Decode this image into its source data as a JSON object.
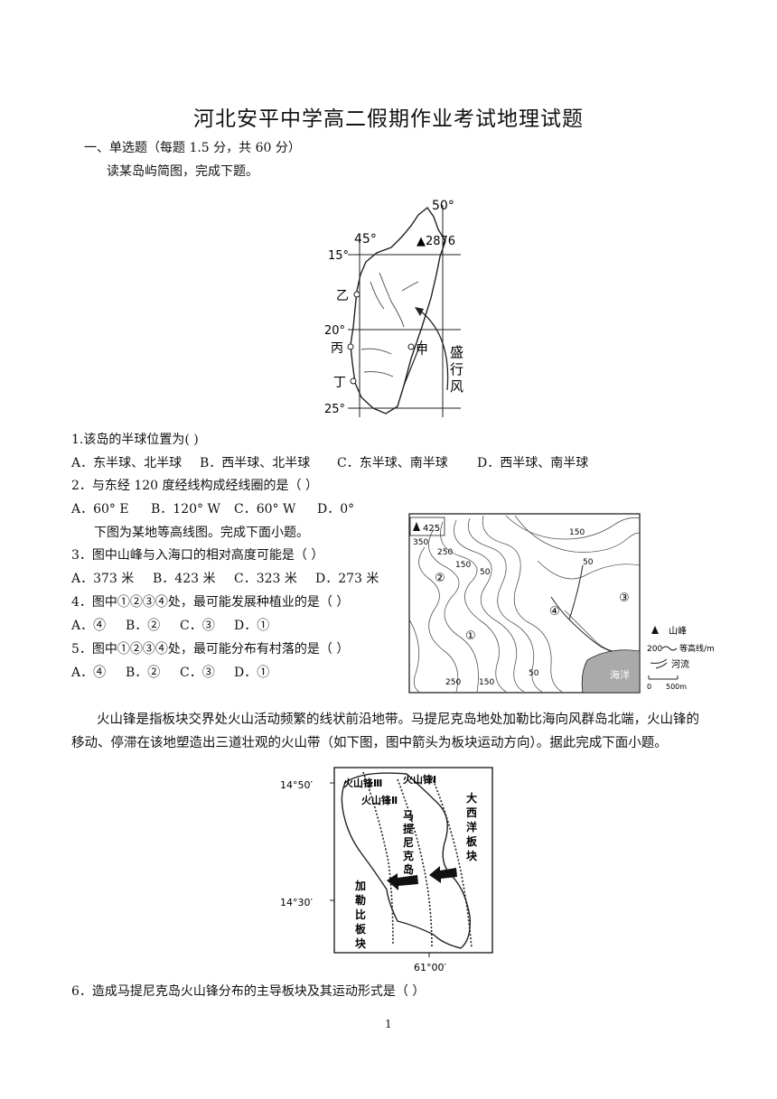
{
  "title": "河北安平中学高二假期作业考试地理试题",
  "section1": "一、单选题（每题 1.5 分，共 60 分）",
  "intro1": "读某岛屿简图，完成下题。",
  "map1": {
    "lon_w": "45°",
    "lon_e": "50°",
    "lat_15": "15°",
    "lat_20": "20°",
    "lat_25": "25°",
    "peak": "▲2876",
    "yi": "乙",
    "bing": "丙",
    "ding": "丁",
    "jia": "甲",
    "wind1": "盛",
    "wind2": "行",
    "wind3": "风"
  },
  "q1": "1.该岛的半球位置为(     )",
  "q1_opts": [
    "A．东半球、北半球",
    "B．西半球、北半球",
    "C．东半球、南半球",
    "D．西半球、南半球"
  ],
  "q2": "2．与东经 120 度经线构成经线圈的是（  ）",
  "q2_opts": [
    "A．60° E",
    "B．120° W",
    "C．60° W",
    "D．0°"
  ],
  "intro2": "下图为某地等高线图。完成下面小题。",
  "q3": "3．图中山峰与入海口的相对高度可能是（  ）",
  "q3_opts": [
    "A．373 米",
    "B．423 米",
    "C．323 米",
    "D．273 米"
  ],
  "q4": "4．图中①②③④处，最可能发展种植业的是（  ）",
  "q4_opts": [
    "A．④",
    "B．②",
    "C．③",
    "D．①"
  ],
  "q5": "5．图中①②③④处，最可能分布有村落的是（  ）",
  "q5_opts": [
    "A．④",
    "B．②",
    "C．③",
    "D．①"
  ],
  "map2": {
    "peak": "425",
    "c350": "350",
    "c250a": "250",
    "c150a": "150",
    "c50a": "50",
    "c150b": "150",
    "c50b": "50",
    "c250b": "250",
    "c150c": "150",
    "c50c": "50",
    "p1": "①",
    "p2": "②",
    "p3": "③",
    "p4": "④",
    "sea": "海洋",
    "legend_peak": "山峰",
    "legend_contour": "等高线/m",
    "legend_contour_val": "200",
    "legend_river": "河流",
    "scale_0": "0",
    "scale_500": "500m"
  },
  "para": "火山锋是指板块交界处火山活动频繁的线状前沿地带。马提尼克岛地处加勒比海向风群岛北端，火山锋的移动、停滞在该地塑造出三道壮观的火山带（如下图，图中箭头为板块运动方向）。据此完成下面小题。",
  "map3": {
    "lat1": "14°50′",
    "lat2": "14°30′",
    "lon": "61°00′",
    "arc3": "火山锋Ⅲ",
    "arc1": "火山锋Ⅰ",
    "arc2": "火山锋Ⅱ",
    "island": [
      "马",
      "提",
      "尼",
      "克",
      "岛"
    ],
    "atlantic": [
      "大",
      "西",
      "洋",
      "板",
      "块"
    ],
    "caribbean": [
      "加",
      "勒",
      "比",
      "板",
      "块"
    ]
  },
  "q6": "6．造成马提尼克岛火山锋分布的主导板块及其运动形式是（   ）",
  "page_num": "1"
}
